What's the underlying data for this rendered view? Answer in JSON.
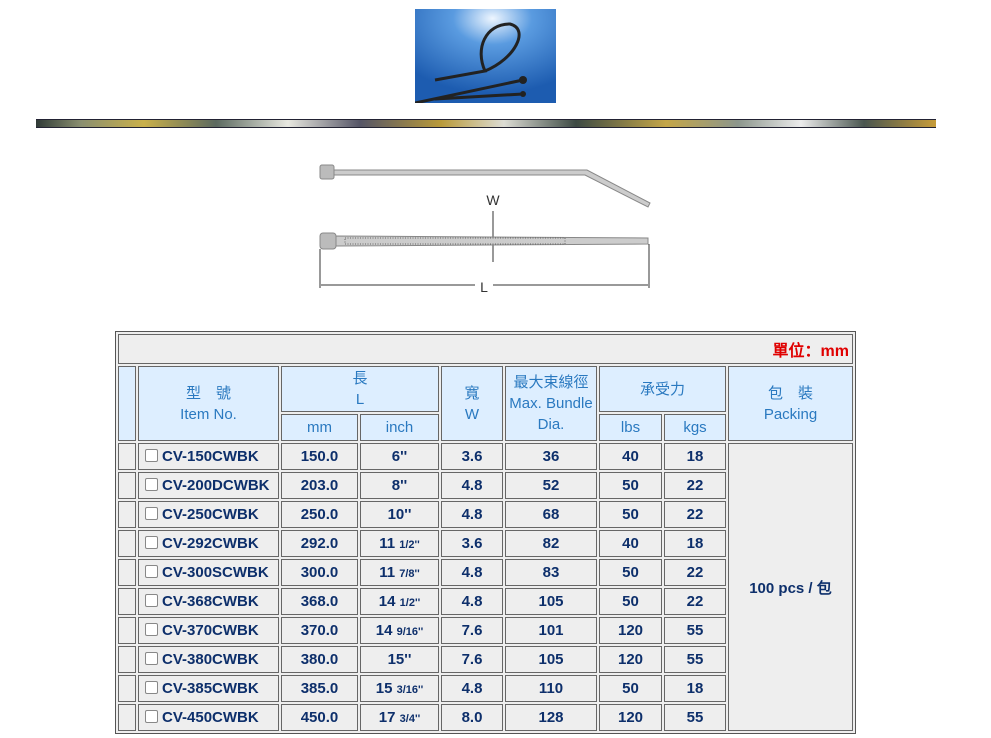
{
  "unit_label": "單位：mm",
  "headers": {
    "item_zh": "型　號",
    "item_en": "Item No.",
    "length_zh": "長",
    "length_en": "L",
    "mm": "mm",
    "inch": "inch",
    "width_zh": "寬",
    "width_en": "W",
    "dia_zh": "最大束線徑",
    "dia_en1": "Max. Bundle",
    "dia_en2": "Dia.",
    "load_zh": "承受力",
    "lbs": "lbs",
    "kgs": "kgs",
    "pack_zh": "包　裝",
    "pack_en": "Packing"
  },
  "diagram": {
    "w_label": "W",
    "l_label": "L"
  },
  "packing": "100 pcs / 包",
  "rows": [
    {
      "item": "CV-150CWBK",
      "mm": "150.0",
      "inch": "6''",
      "frac": "",
      "w": "3.6",
      "dia": "36",
      "lbs": "40",
      "kgs": "18"
    },
    {
      "item": "CV-200DCWBK",
      "mm": "203.0",
      "inch": "8''",
      "frac": "",
      "w": "4.8",
      "dia": "52",
      "lbs": "50",
      "kgs": "22"
    },
    {
      "item": "CV-250CWBK",
      "mm": "250.0",
      "inch": "10''",
      "frac": "",
      "w": "4.8",
      "dia": "68",
      "lbs": "50",
      "kgs": "22"
    },
    {
      "item": "CV-292CWBK",
      "mm": "292.0",
      "inch": "11 ",
      "frac": "1/2''",
      "w": "3.6",
      "dia": "82",
      "lbs": "40",
      "kgs": "18"
    },
    {
      "item": "CV-300SCWBK",
      "mm": "300.0",
      "inch": "11 ",
      "frac": "7/8''",
      "w": "4.8",
      "dia": "83",
      "lbs": "50",
      "kgs": "22"
    },
    {
      "item": "CV-368CWBK",
      "mm": "368.0",
      "inch": "14 ",
      "frac": "1/2''",
      "w": "4.8",
      "dia": "105",
      "lbs": "50",
      "kgs": "22"
    },
    {
      "item": "CV-370CWBK",
      "mm": "370.0",
      "inch": "14 ",
      "frac": "9/16''",
      "w": "7.6",
      "dia": "101",
      "lbs": "120",
      "kgs": "55"
    },
    {
      "item": "CV-380CWBK",
      "mm": "380.0",
      "inch": "15''",
      "frac": "",
      "w": "7.6",
      "dia": "105",
      "lbs": "120",
      "kgs": "55"
    },
    {
      "item": "CV-385CWBK",
      "mm": "385.0",
      "inch": "15 ",
      "frac": "3/16''",
      "w": "4.8",
      "dia": "110",
      "lbs": "50",
      "kgs": "18"
    },
    {
      "item": "CV-450CWBK",
      "mm": "450.0",
      "inch": "17 ",
      "frac": "3/4''",
      "w": "8.0",
      "dia": "128",
      "lbs": "120",
      "kgs": "55"
    }
  ]
}
